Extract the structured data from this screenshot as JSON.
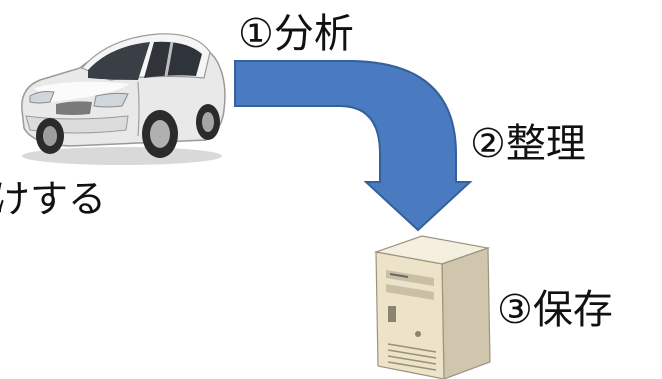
{
  "labels": {
    "step1": "①分析",
    "step2": "②整理",
    "step3": "③保存",
    "caption": "けする"
  },
  "icons": {
    "vehicle": "car-icon",
    "server": "server-icon"
  },
  "colors": {
    "arrow_fill": "#4a7ac0",
    "arrow_stroke": "#34609c",
    "car_body": "#e8e8e8",
    "server_body": "#efe6cf",
    "text": "#111111"
  }
}
